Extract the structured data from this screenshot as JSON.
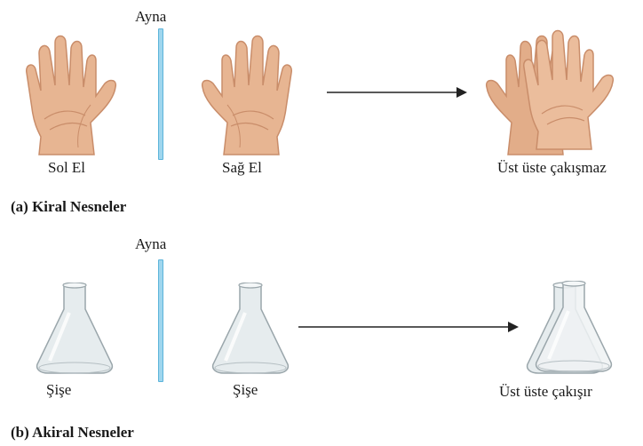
{
  "section_a": {
    "mirror_label": "Ayna",
    "left_label": "Sol El",
    "right_label": "Sağ El",
    "result_label": "Üst üste çakışmaz",
    "caption": "(a) Kiral Nesneler"
  },
  "section_b": {
    "mirror_label": "Ayna",
    "left_label": "Şişe",
    "right_label": "Şişe",
    "result_label": "Üst üste çakışır",
    "caption": "(b) Akiral Nesneler"
  },
  "colors": {
    "skin": "#e7b592",
    "skin_shadow": "#c98d6a",
    "mirror": "#9fd6ee",
    "glass": "#e6ecee",
    "glass_edge": "#9aa6ab"
  }
}
